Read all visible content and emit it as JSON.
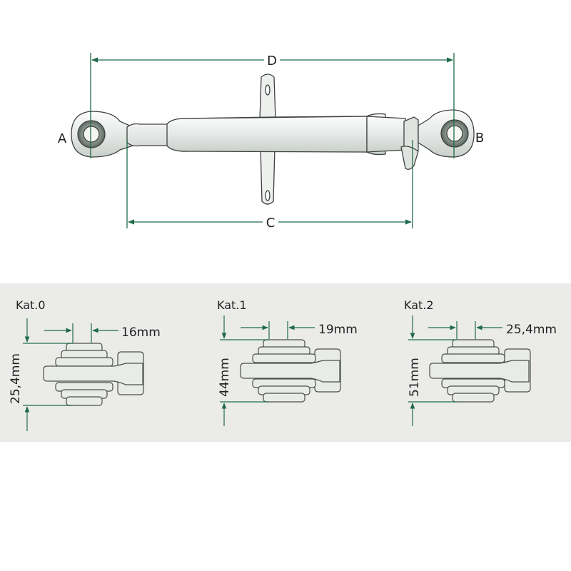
{
  "top_diagram": {
    "label_a": "A",
    "label_b": "B",
    "label_c": "C",
    "label_d": "D"
  },
  "categories": [
    {
      "name": "Kat.0",
      "pin_diameter": "16mm",
      "width": "25,4mm"
    },
    {
      "name": "Kat.1",
      "pin_diameter": "19mm",
      "width": "44mm"
    },
    {
      "name": "Kat.2",
      "pin_diameter": "25,4mm",
      "width": "51mm"
    }
  ],
  "colors": {
    "dimension_line": "#1f6b4a",
    "part_fill": "#e9ebe9",
    "part_stroke": "#4a4f4c",
    "panel_background": "#ebebea"
  }
}
